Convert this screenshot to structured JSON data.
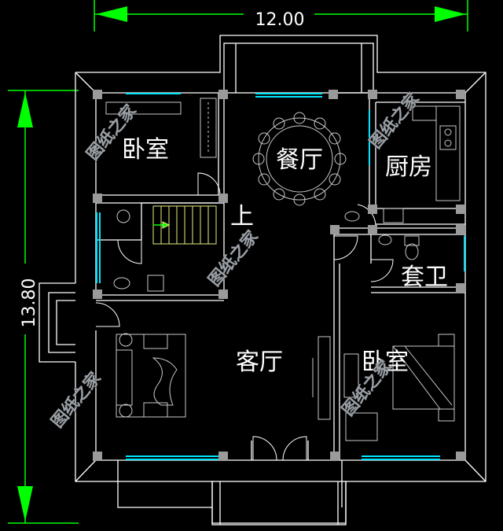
{
  "dimensions": {
    "width_label": "12.00",
    "height_label": "13.80"
  },
  "rooms": {
    "bedroom_nw": "卧室",
    "dining": "餐厅",
    "kitchen": "厨房",
    "stair_up": "上",
    "suite_bath": "套卫",
    "living": "客厅",
    "bedroom_se": "卧室"
  },
  "watermark": "图纸之家",
  "colors": {
    "background": "#000000",
    "wall": "#ffffff",
    "column": "#9a9a9a",
    "dimension": "#00ff00",
    "window": "#00e5ff",
    "furniture": "#c8c8c8",
    "stair": "#e8f07a"
  }
}
